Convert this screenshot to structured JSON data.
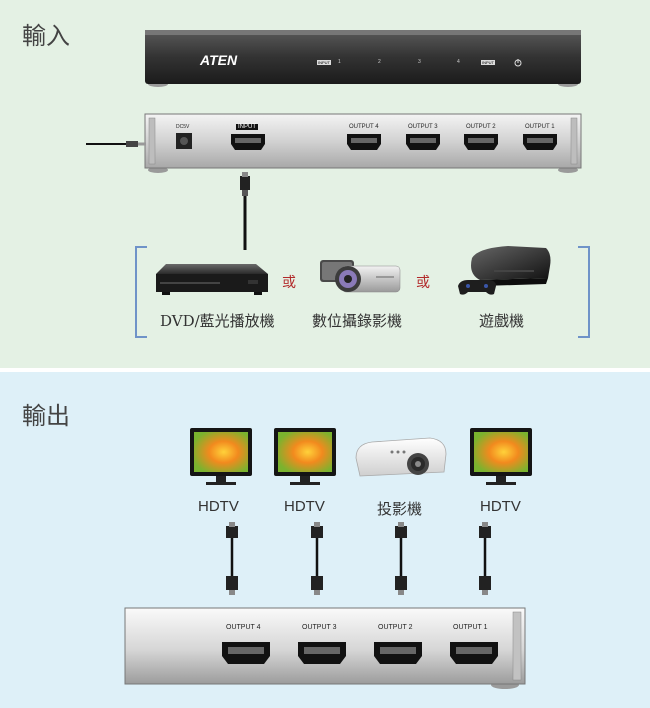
{
  "input_section": {
    "heading": "輸入",
    "switch_front": {
      "brand": "ATEN",
      "tag_left": "INPUT",
      "numbers": [
        "1",
        "2",
        "3",
        "4"
      ],
      "tag_right": "INPUT"
    },
    "switch_back": {
      "power_label": "DC5V",
      "input_label": "INPUT",
      "output_labels": [
        "OUTPUT 4",
        "OUTPUT 3",
        "OUTPUT 2",
        "OUTPUT 1"
      ]
    },
    "sources": [
      {
        "label": "DVD/藍光播放機",
        "icon": "dvd-player-icon"
      },
      {
        "label": "數位攝錄影機",
        "icon": "camcorder-icon"
      },
      {
        "label": "遊戲機",
        "icon": "game-console-icon"
      }
    ],
    "separator": "或"
  },
  "output_section": {
    "heading": "輸出",
    "displays": [
      {
        "label": "HDTV",
        "icon": "hdtv-icon"
      },
      {
        "label": "HDTV",
        "icon": "hdtv-icon"
      },
      {
        "label": "投影機",
        "icon": "projector-icon"
      },
      {
        "label": "HDTV",
        "icon": "hdtv-icon"
      }
    ],
    "switch_back_outputs": [
      "OUTPUT 4",
      "OUTPUT 3",
      "OUTPUT 2",
      "OUTPUT 1"
    ]
  },
  "colors": {
    "input_bg": "#e4f1e4",
    "output_bg": "#def0f8",
    "bracket": "#6f93c8",
    "separator_text": "#b22a2a"
  }
}
